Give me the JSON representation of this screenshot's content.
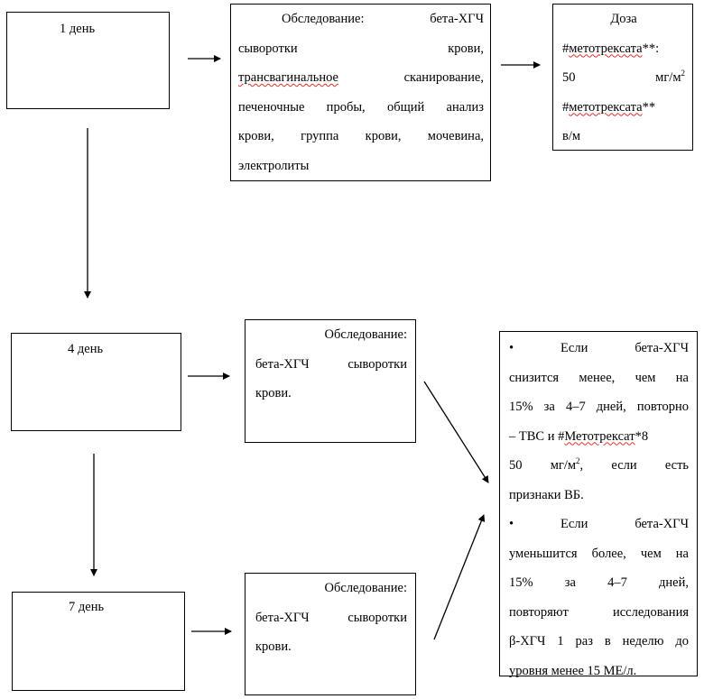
{
  "boxes": {
    "day1": "1 день",
    "day4": "4 день",
    "day7": "7 день",
    "exam1": {
      "l1": "Обследование:   бета-ХГЧ",
      "l2_a": "сыворотки",
      "l2_b": "крови,",
      "l3_a": "трансвагинальное",
      "l3_b": "сканирование,",
      "l4": "печеночные пробы, общий анализ",
      "l5": "крови, группа крови, мочевина,",
      "l6": "электролиты"
    },
    "dose": {
      "l1": "Доза",
      "l2_hash": "#",
      "l2_word": "метотрексата",
      "l2_rest": "**:",
      "l3_a": "50",
      "l3_b": "мг/м",
      "l3_sup": "2",
      "l4_hash": "#",
      "l4_word": "метотрексата",
      "l4_rest": "**",
      "l5": "в/м"
    },
    "exam4": {
      "l1": "Обследование:",
      "l2_a": "бета-ХГЧ",
      "l2_b": "сыворотки",
      "l3": "крови."
    },
    "exam7": {
      "l1": "Обследование:",
      "l2_a": "бета-ХГЧ",
      "l2_b": "сыворотки",
      "l3": "крови."
    },
    "result": {
      "b1_l1_a": "•",
      "b1_l1_b": "Если",
      "b1_l1_c": "бета-ХГЧ",
      "b1_l2": "снизится менее, чем на",
      "b1_l3": "15% за 4–7 дней, повторно",
      "b1_l4_a": "– ТВС и #",
      "b1_l4_word": "Метотрексат",
      "b1_l4_b": "*8",
      "b1_l5_a": "50 мг/м",
      "b1_l5_sup": "2",
      "b1_l5_b": ",",
      "b1_l5_c": "если",
      "b1_l5_d": "есть",
      "b1_l6": "признаки ВБ.",
      "b2_l1_a": "•",
      "b2_l1_b": "Если",
      "b2_l1_c": "бета-ХГЧ",
      "b2_l2": "уменьшится более, чем на",
      "b2_l3": "15%   за   4–7   дней,",
      "b2_l4": "повторяют исследования",
      "b2_l5": "β-ХГЧ 1 раз в неделю до",
      "b2_l6": "уровня менее 15 МЕ/л."
    }
  }
}
